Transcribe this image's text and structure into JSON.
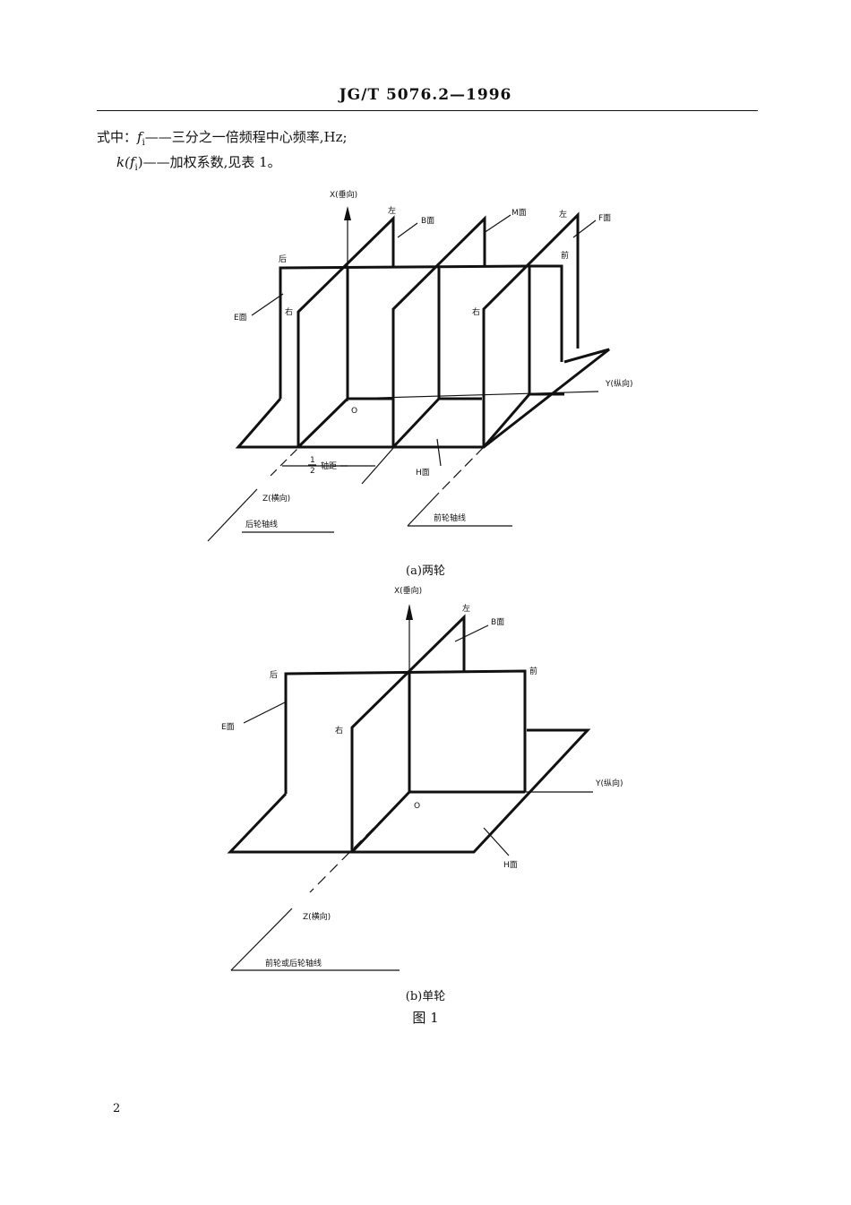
{
  "header": {
    "standard_code": "JG/T 5076.2—1996"
  },
  "formula": {
    "line1_prefix": "式中：",
    "line1_var": "f",
    "line1_sub": "i",
    "line1_text": "——三分之一倍频程中心频率,Hz;",
    "line2_var_k": "k(",
    "line2_var": "f",
    "line2_sub": "i",
    "line2_text": ")——加权系数,见表 1。"
  },
  "figure_a": {
    "x_axis": "X(垂向)",
    "y_axis": "Y(纵向)",
    "z_axis": "Z(横向)",
    "origin": "O",
    "left1": "左",
    "left2": "左",
    "b_face": "B面",
    "m_face": "M面",
    "f_face": "F面",
    "rear": "后",
    "front": "前",
    "right1": "右",
    "right2": "右",
    "e_face": "E面",
    "h_face": "H面",
    "half_num": "1",
    "half_den": "2",
    "axle_distance": "轴距",
    "rear_axle": "后轮轴线",
    "front_axle": "前轮轴线",
    "caption": "(a)两轮"
  },
  "figure_b": {
    "x_axis": "X(垂向)",
    "y_axis": "Y(纵向)",
    "z_axis": "Z(横向)",
    "origin": "O",
    "left": "左",
    "b_face": "B面",
    "rear": "后",
    "front": "前",
    "right": "右",
    "e_face": "E面",
    "h_face": "H面",
    "axle": "前轮或后轮轴线",
    "caption": "(b)单轮"
  },
  "figure_title": "图 1",
  "page_number": "2"
}
